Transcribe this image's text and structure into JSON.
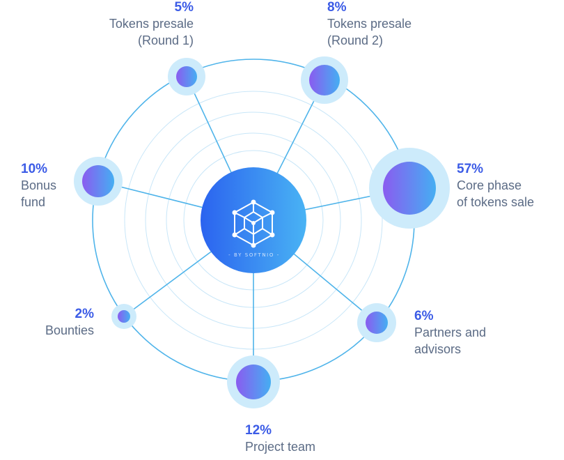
{
  "diagram": {
    "center": {
      "brand_text": "- BY SOFTNIO -",
      "icon": "cube-network-icon"
    },
    "segments": [
      {
        "id": "presale-round-1",
        "percent": "5%",
        "name": "Tokens presale\n(Round 1)"
      },
      {
        "id": "presale-round-2",
        "percent": "8%",
        "name": "Tokens presale\n(Round 2)"
      },
      {
        "id": "core-phase",
        "percent": "57%",
        "name": "Core phase\nof tokens sale"
      },
      {
        "id": "partners",
        "percent": "6%",
        "name": "Partners and\nadvisors"
      },
      {
        "id": "project-team",
        "percent": "12%",
        "name": "Project team"
      },
      {
        "id": "bounties",
        "percent": "2%",
        "name": "Bounties"
      },
      {
        "id": "bonus-fund",
        "percent": "10%",
        "name": "Bonus\nfund"
      }
    ],
    "colors": {
      "line": "#4fb4ea",
      "ring_faint": "#c8e6f8",
      "halo": "#cdebfb",
      "node_start": "#8a5cf0",
      "node_end": "#45aef2",
      "center_start": "#2b63ef",
      "center_end": "#49b3f4",
      "percent_text": "#3b5be6",
      "label_text": "#5b6b85"
    }
  }
}
